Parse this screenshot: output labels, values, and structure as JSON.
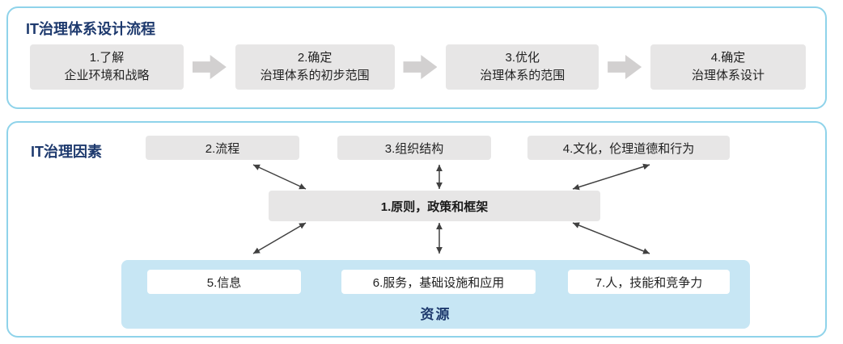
{
  "colors": {
    "panel_border": "#8fd3ea",
    "title_text": "#1e3a6e",
    "box_fill": "#e7e6e6",
    "flow_arrow": "#d2d0d0",
    "resource_fill": "#c7e6f4",
    "connector": "#404040"
  },
  "flow_panel": {
    "title": "IT治理体系设计流程",
    "steps": [
      {
        "line1": "1.了解",
        "line2": "企业环境和战略"
      },
      {
        "line1": "2.确定",
        "line2": "治理体系的初步范围"
      },
      {
        "line1": "3.优化",
        "line2": "治理体系的范围"
      },
      {
        "line1": "4.确定",
        "line2": "治理体系设计"
      }
    ]
  },
  "factors_panel": {
    "title": "IT治理因素",
    "top_factors": [
      "2.流程",
      "3.组织结构",
      "4.文化，伦理道德和行为"
    ],
    "center_factor": "1.原则，政策和框架",
    "resource_factors": [
      "5.信息",
      "6.服务，基础设施和应用",
      "7.人，技能和竞争力"
    ],
    "resource_label": "资源"
  }
}
